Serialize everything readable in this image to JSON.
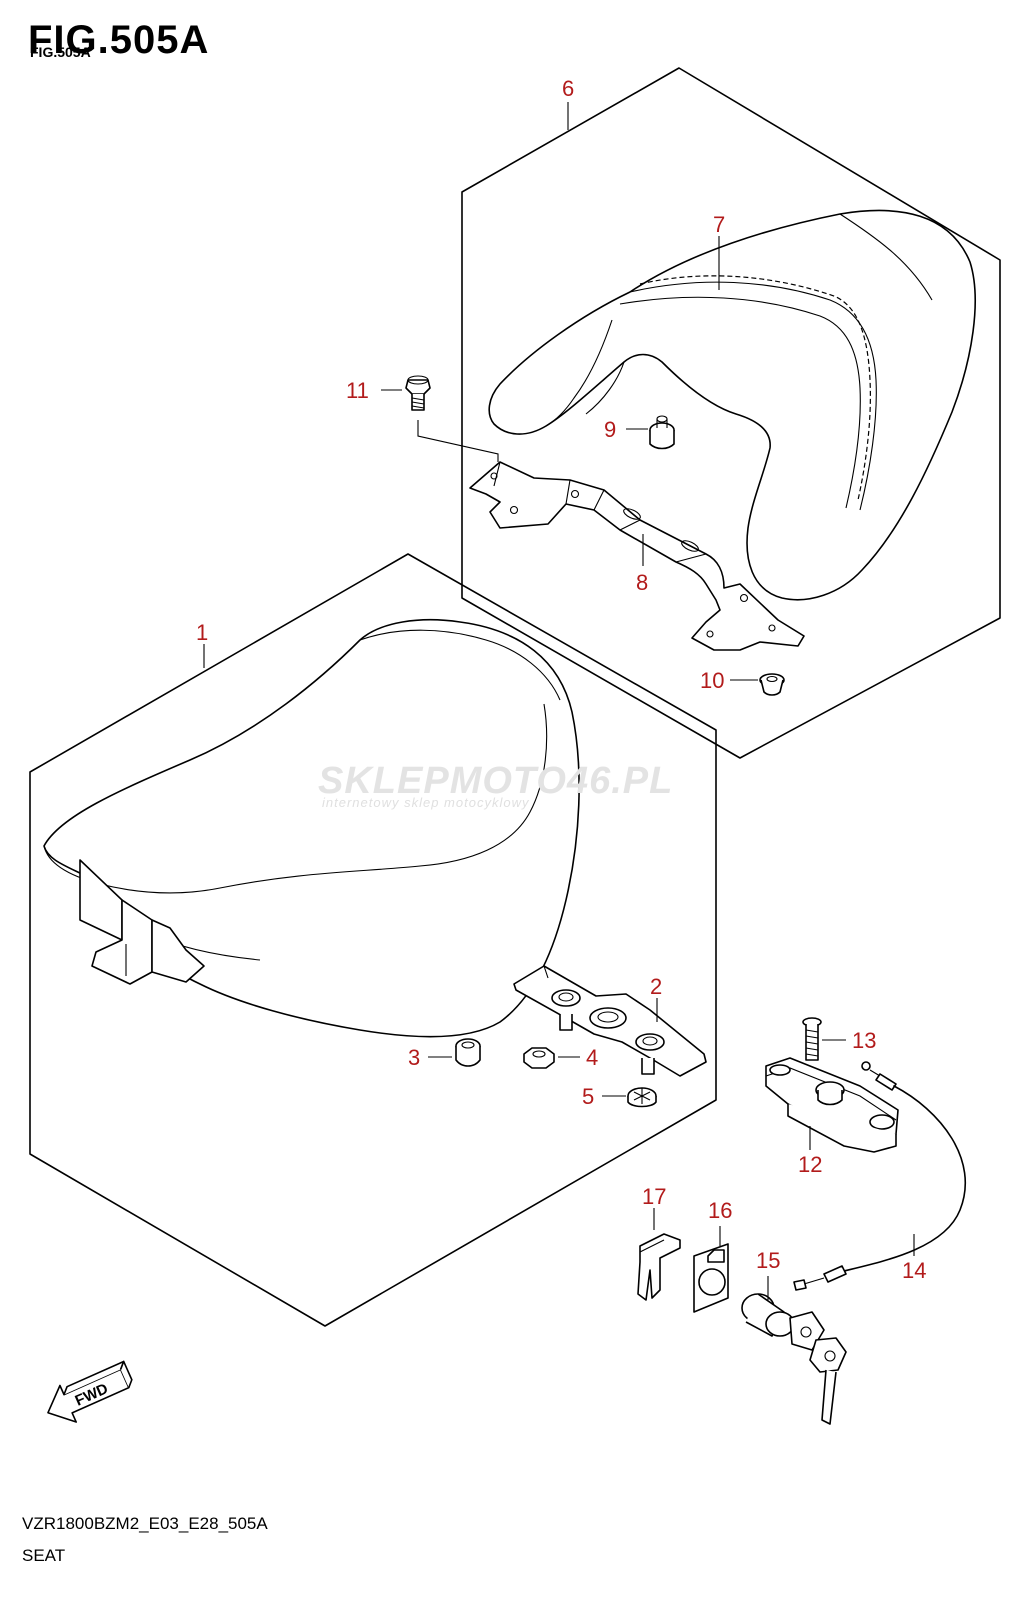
{
  "figure": {
    "title": "FIG.505A",
    "subtitle": "FIG.505A"
  },
  "footer": {
    "model_code": "VZR1800BZM2_E03_E28_505A",
    "name": "SEAT"
  },
  "watermark": {
    "main": "SKLEPMOTO46.PL",
    "sub": "internetowy sklep motocyklowy"
  },
  "fwd_label": "FWD",
  "callouts": [
    "1",
    "2",
    "3",
    "4",
    "5",
    "6",
    "7",
    "8",
    "9",
    "10",
    "11",
    "12",
    "13",
    "14",
    "15",
    "16",
    "17"
  ],
  "colors": {
    "callout": "#b21b1b",
    "lines": "#000000",
    "background": "#ffffff"
  }
}
